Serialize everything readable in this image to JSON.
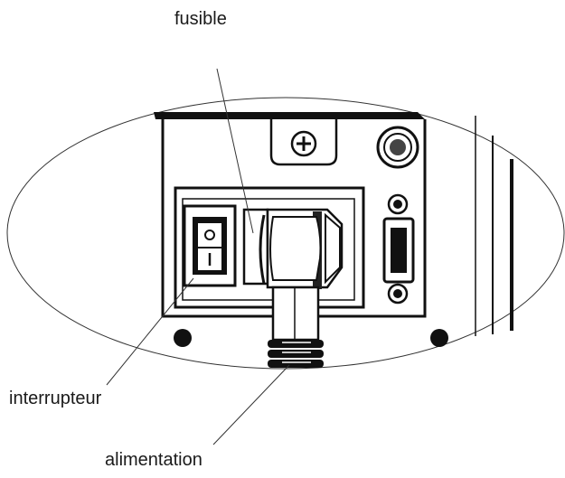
{
  "labels": {
    "fusible": "fusible",
    "interrupteur": "interrupteur",
    "alimentation": "alimentation"
  }
}
